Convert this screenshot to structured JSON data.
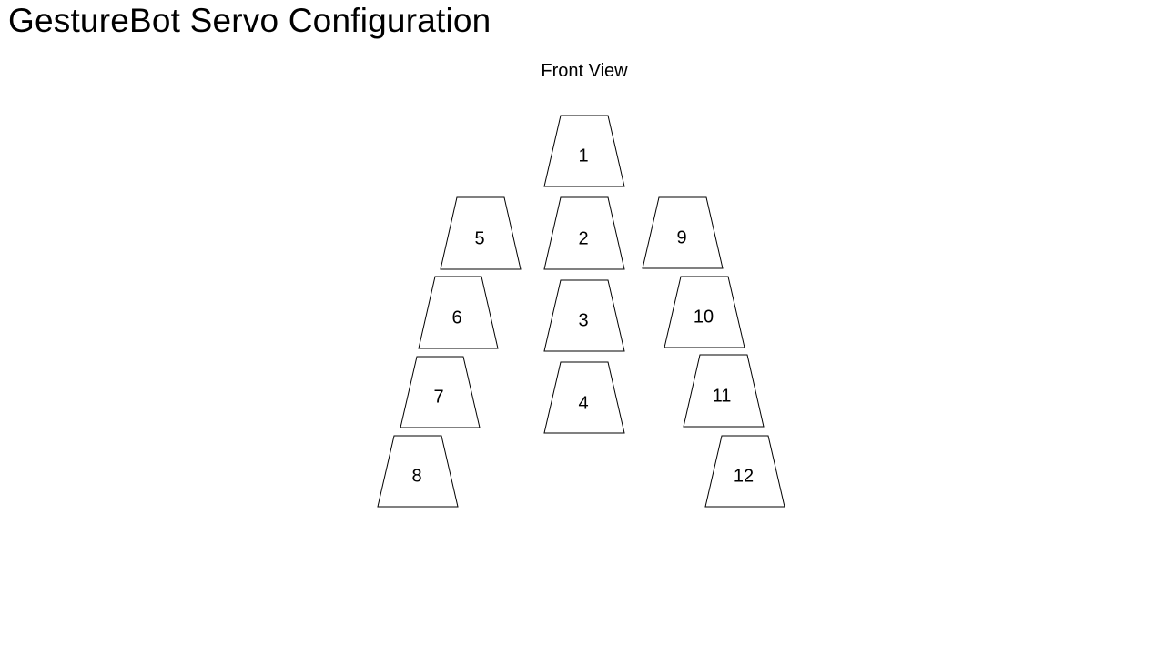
{
  "title": "GestureBot Servo Configuration",
  "view_label": "Front View",
  "servos": [
    {
      "label": "1"
    },
    {
      "label": "2"
    },
    {
      "label": "3"
    },
    {
      "label": "4"
    },
    {
      "label": "5"
    },
    {
      "label": "6"
    },
    {
      "label": "7"
    },
    {
      "label": "8"
    },
    {
      "label": "9"
    },
    {
      "label": "10"
    },
    {
      "label": "11"
    },
    {
      "label": "12"
    }
  ]
}
